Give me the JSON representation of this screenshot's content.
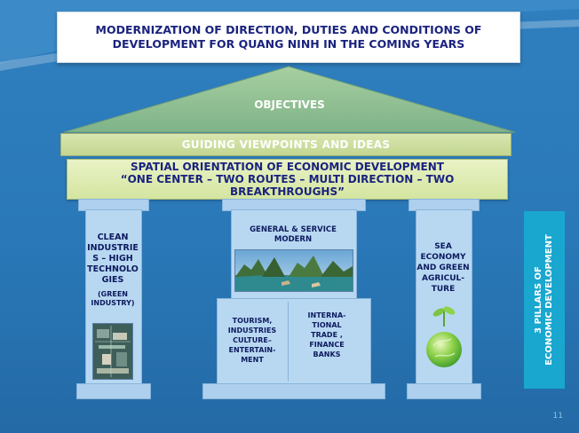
{
  "title": "MODERNIZATION OF DIRECTION, DUTIES AND CONDITIONS OF\nDEVELOPMENT FOR QUANG NINH IN THE COMING YEARS",
  "objectives_label": "OBJECTIVES",
  "guiding_label": "GUIDING VIEWPOINTS AND IDEAS",
  "spatial_label": "SPATIAL ORIENTATION OF ECONOMIC DEVELOPMENT\n“ONE CENTER – TWO ROUTES – MULTI DIRECTION – TWO\nBREAKTHROUGHS”",
  "pillars": {
    "left": {
      "main": "CLEAN\nINDUSTRIE\nS – HIGH\nTECHNOLO\nGIES",
      "sub": "(GREEN\nINDUSTRY)"
    },
    "center": {
      "title": "GENERAL & SERVICE\nMODERN",
      "col1": "TOURISM,\nINDUSTRIES\nCULTURE–\nENTERTAIN-\nMENT",
      "col2": "INTERNA-\nTIONAL\nTRADE ,\nFINANCE\nBANKS"
    },
    "right": {
      "main": "SEA\nECONOMY\nAND GREEN\nAGRICUL-\nTURE"
    }
  },
  "side_label": "3 PILLARS OF\nECONOMIC DEVELOPMENT",
  "page_number": "11",
  "colors": {
    "background": "#2a78b8",
    "title_text": "#1a237e",
    "beam": "#c3d690",
    "pillar": "#b8d8f2",
    "side_box": "#19a7cf"
  }
}
